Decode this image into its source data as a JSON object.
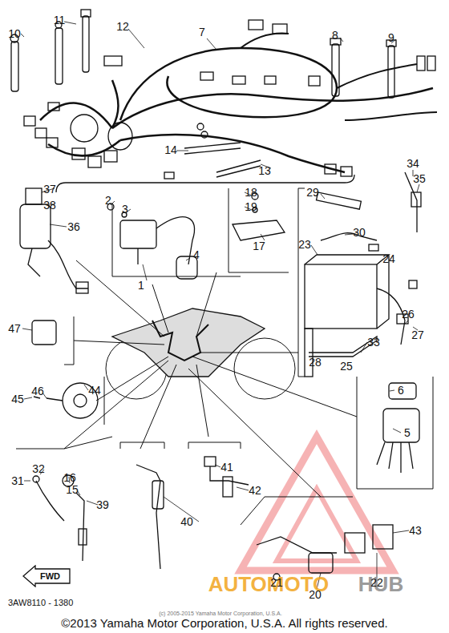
{
  "diagram": {
    "caption": "©2013 Yamaha Motor Corporation, U.S.A. All rights reserved.",
    "nodes": [
      {
        "text": [
          "FWD"
        ]
      }
    ],
    "labels": [
      "10",
      "11",
      "12",
      "7",
      "8",
      "9",
      "34",
      "35",
      "14",
      "13",
      "37",
      "38",
      "36",
      "2",
      "3",
      "18",
      "19",
      "29",
      "30",
      "23",
      "24",
      "1",
      "4",
      "17",
      "26",
      "27",
      "33",
      "28",
      "25",
      "47",
      "44",
      "46",
      "45",
      "6",
      "5",
      "41",
      "42",
      "32",
      "16",
      "31",
      "15",
      "39",
      "40",
      "43",
      "21",
      "20",
      "22",
      "3AW8110 - 1380",
      "(c) 2005-2015 Yamaha Motor Corporation, U.S.A.",
      "AUTOMOTO",
      "HUB"
    ]
  }
}
